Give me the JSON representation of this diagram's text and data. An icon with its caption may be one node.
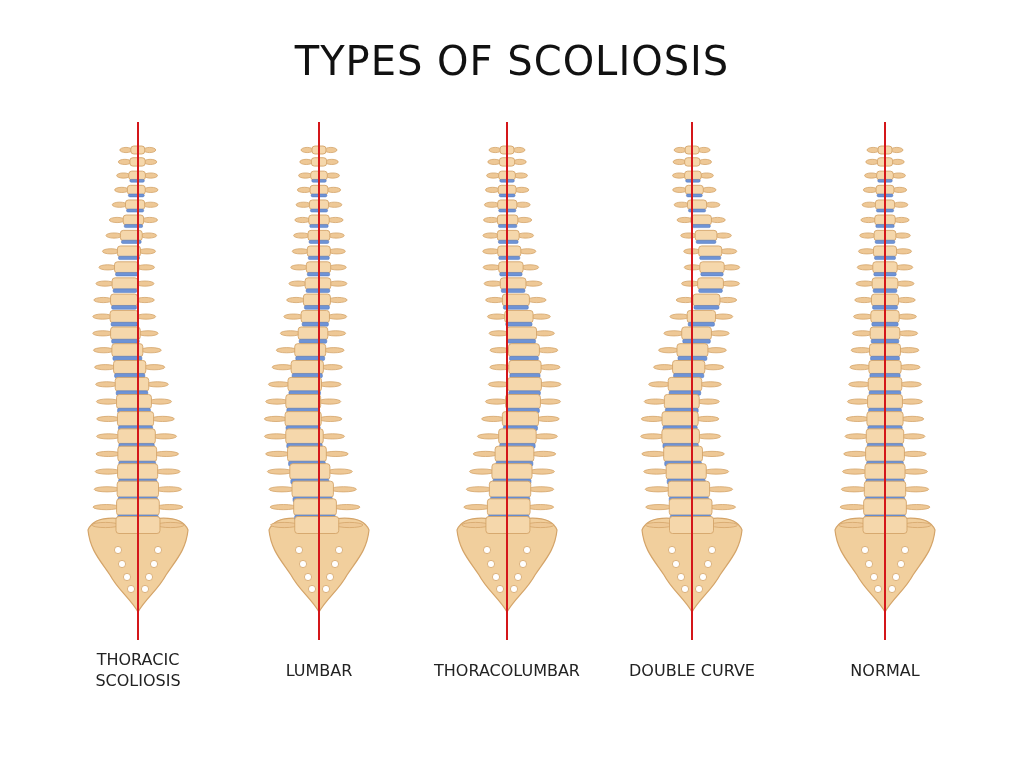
{
  "diagram": {
    "title": "TYPES OF SCOLIOSIS",
    "labels": [
      "THORACIC SCOLIOSIS",
      "LUMBAR",
      "THORACOLUMBAR",
      "DOUBLE CURVE",
      "NORMAL"
    ]
  }
}
